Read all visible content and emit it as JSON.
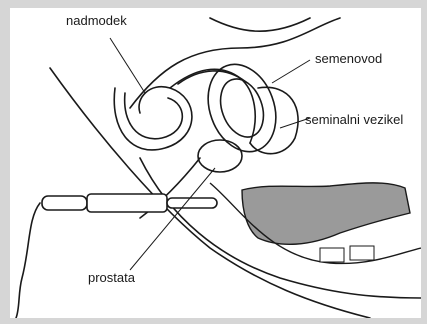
{
  "figure": {
    "labels": {
      "nadmodek": "nadmodek",
      "semenovod": "semenovod",
      "seminalni_vezikel": "seminalni vezikel",
      "prostata": "prostata"
    },
    "colors": {
      "frame": "#d6d6d6",
      "panel": "#ffffff",
      "ink": "#1a1a1a",
      "rectum_shade": "#9a9a9a"
    },
    "icons": [
      "ultrasound-probe-icon"
    ]
  }
}
